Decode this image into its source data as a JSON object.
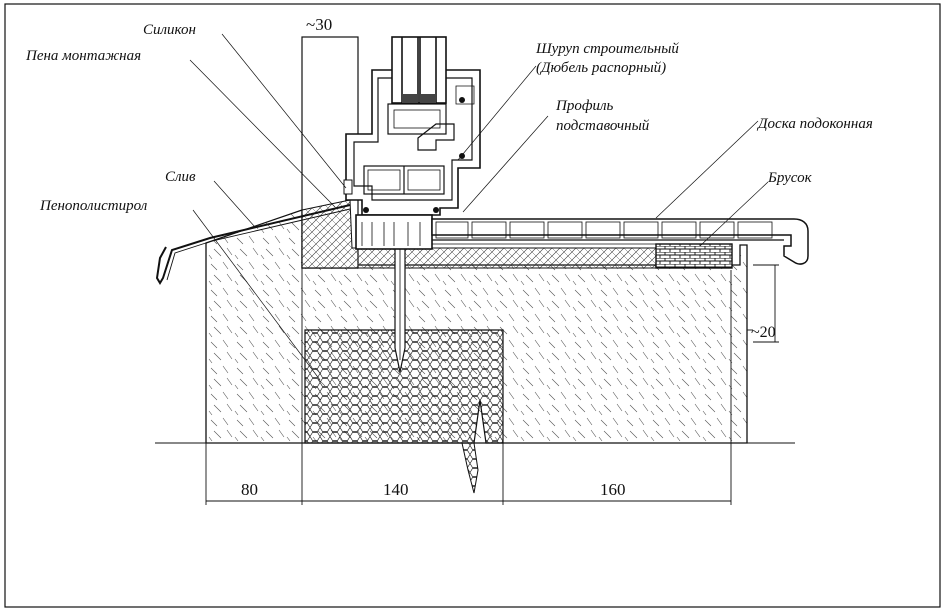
{
  "labels": {
    "silicone": "Силикон",
    "mounting_foam": "Пена монтажная",
    "drip": "Слив",
    "polystyrene": "Пенополистирол",
    "screw_line1": "Шуруп строительный",
    "screw_line2": "(Дюбель распорный)",
    "profile_line1": "Профиль",
    "profile_line2": "подставочный",
    "sill_board": "Доска подоконная",
    "bar": "Брусок"
  },
  "dimensions": {
    "top_gap": "~30",
    "side_gap": "~20",
    "left_width": "80",
    "middle_width": "140",
    "right_width": "160"
  }
}
